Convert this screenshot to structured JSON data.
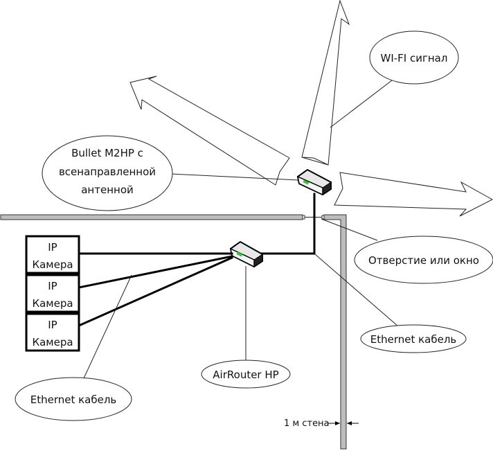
{
  "diagram": {
    "wifi_callout": "WI-FI сигнал",
    "bullet_callout": [
      "Bullet M2HP с",
      "всенаправленной",
      "антенной"
    ],
    "opening_callout": "Отверстие или окно",
    "ethernet_callout_right": "Ethernet кабель",
    "ethernet_callout_left": "Ethernet кабель",
    "airrouter_callout": "AirRouter HP",
    "wall_dimension": "1 м стена",
    "cameras": [
      {
        "line1": "IP",
        "line2": "Камера"
      },
      {
        "line1": "IP",
        "line2": "Камера"
      },
      {
        "line1": "IP",
        "line2": "Камера"
      }
    ],
    "colors": {
      "wall": "#bdbdbd",
      "led": "#3fbf3f",
      "cable": "#000000"
    }
  }
}
